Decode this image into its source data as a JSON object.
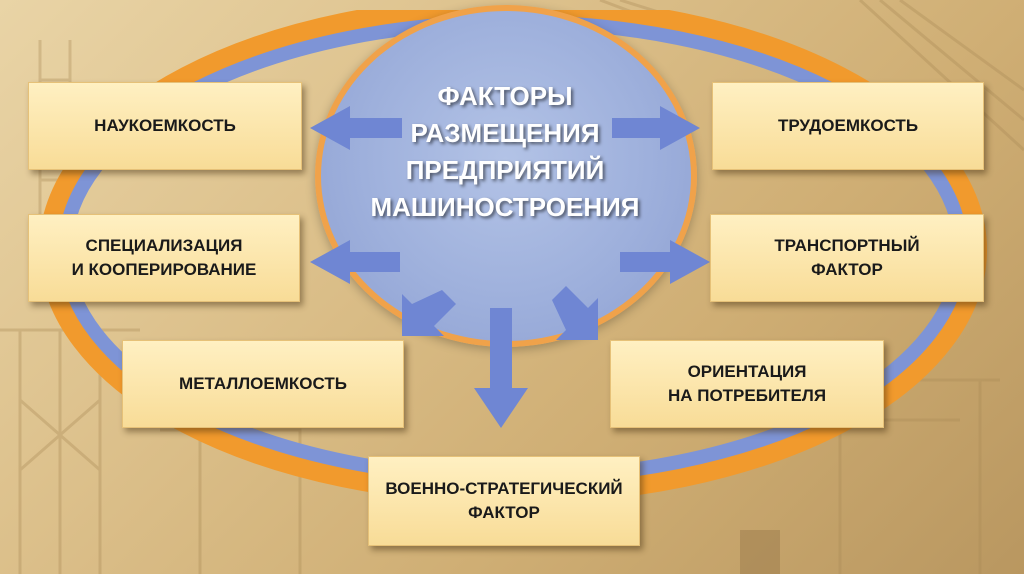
{
  "diagram": {
    "center_title": "ФАКТОРЫ\nРАЗМЕЩЕНИЯ\nПРЕДПРИЯТИЙ\nМАШИНОСТРОЕНИЯ",
    "factors": {
      "science_intensity": "НАУКОЕМКОСТЬ",
      "specialization": "СПЕЦИАЛИЗАЦИЯ\nИ КООПЕРИРОВАНИЕ",
      "metal_intensity": "МЕТАЛЛОЕМКОСТЬ",
      "military_strategic": "ВОЕННО-СТРАТЕГИЧЕСКИЙ\nФАКТОР",
      "consumer_orientation": "ОРИЕНТАЦИЯ\nНА ПОТРЕБИТЕЛЯ",
      "transport": "ТРАНСПОРТНЫЙ\nФАКТОР",
      "labor_intensity": "ТРУДОЕМКОСТЬ"
    },
    "colors": {
      "arrow": "#6f86d3",
      "ring_orange": "#f19a2d",
      "ring_blue": "#7e94d6",
      "box_fill": "#fbe3a6",
      "hub_border": "#f0a24a"
    }
  }
}
